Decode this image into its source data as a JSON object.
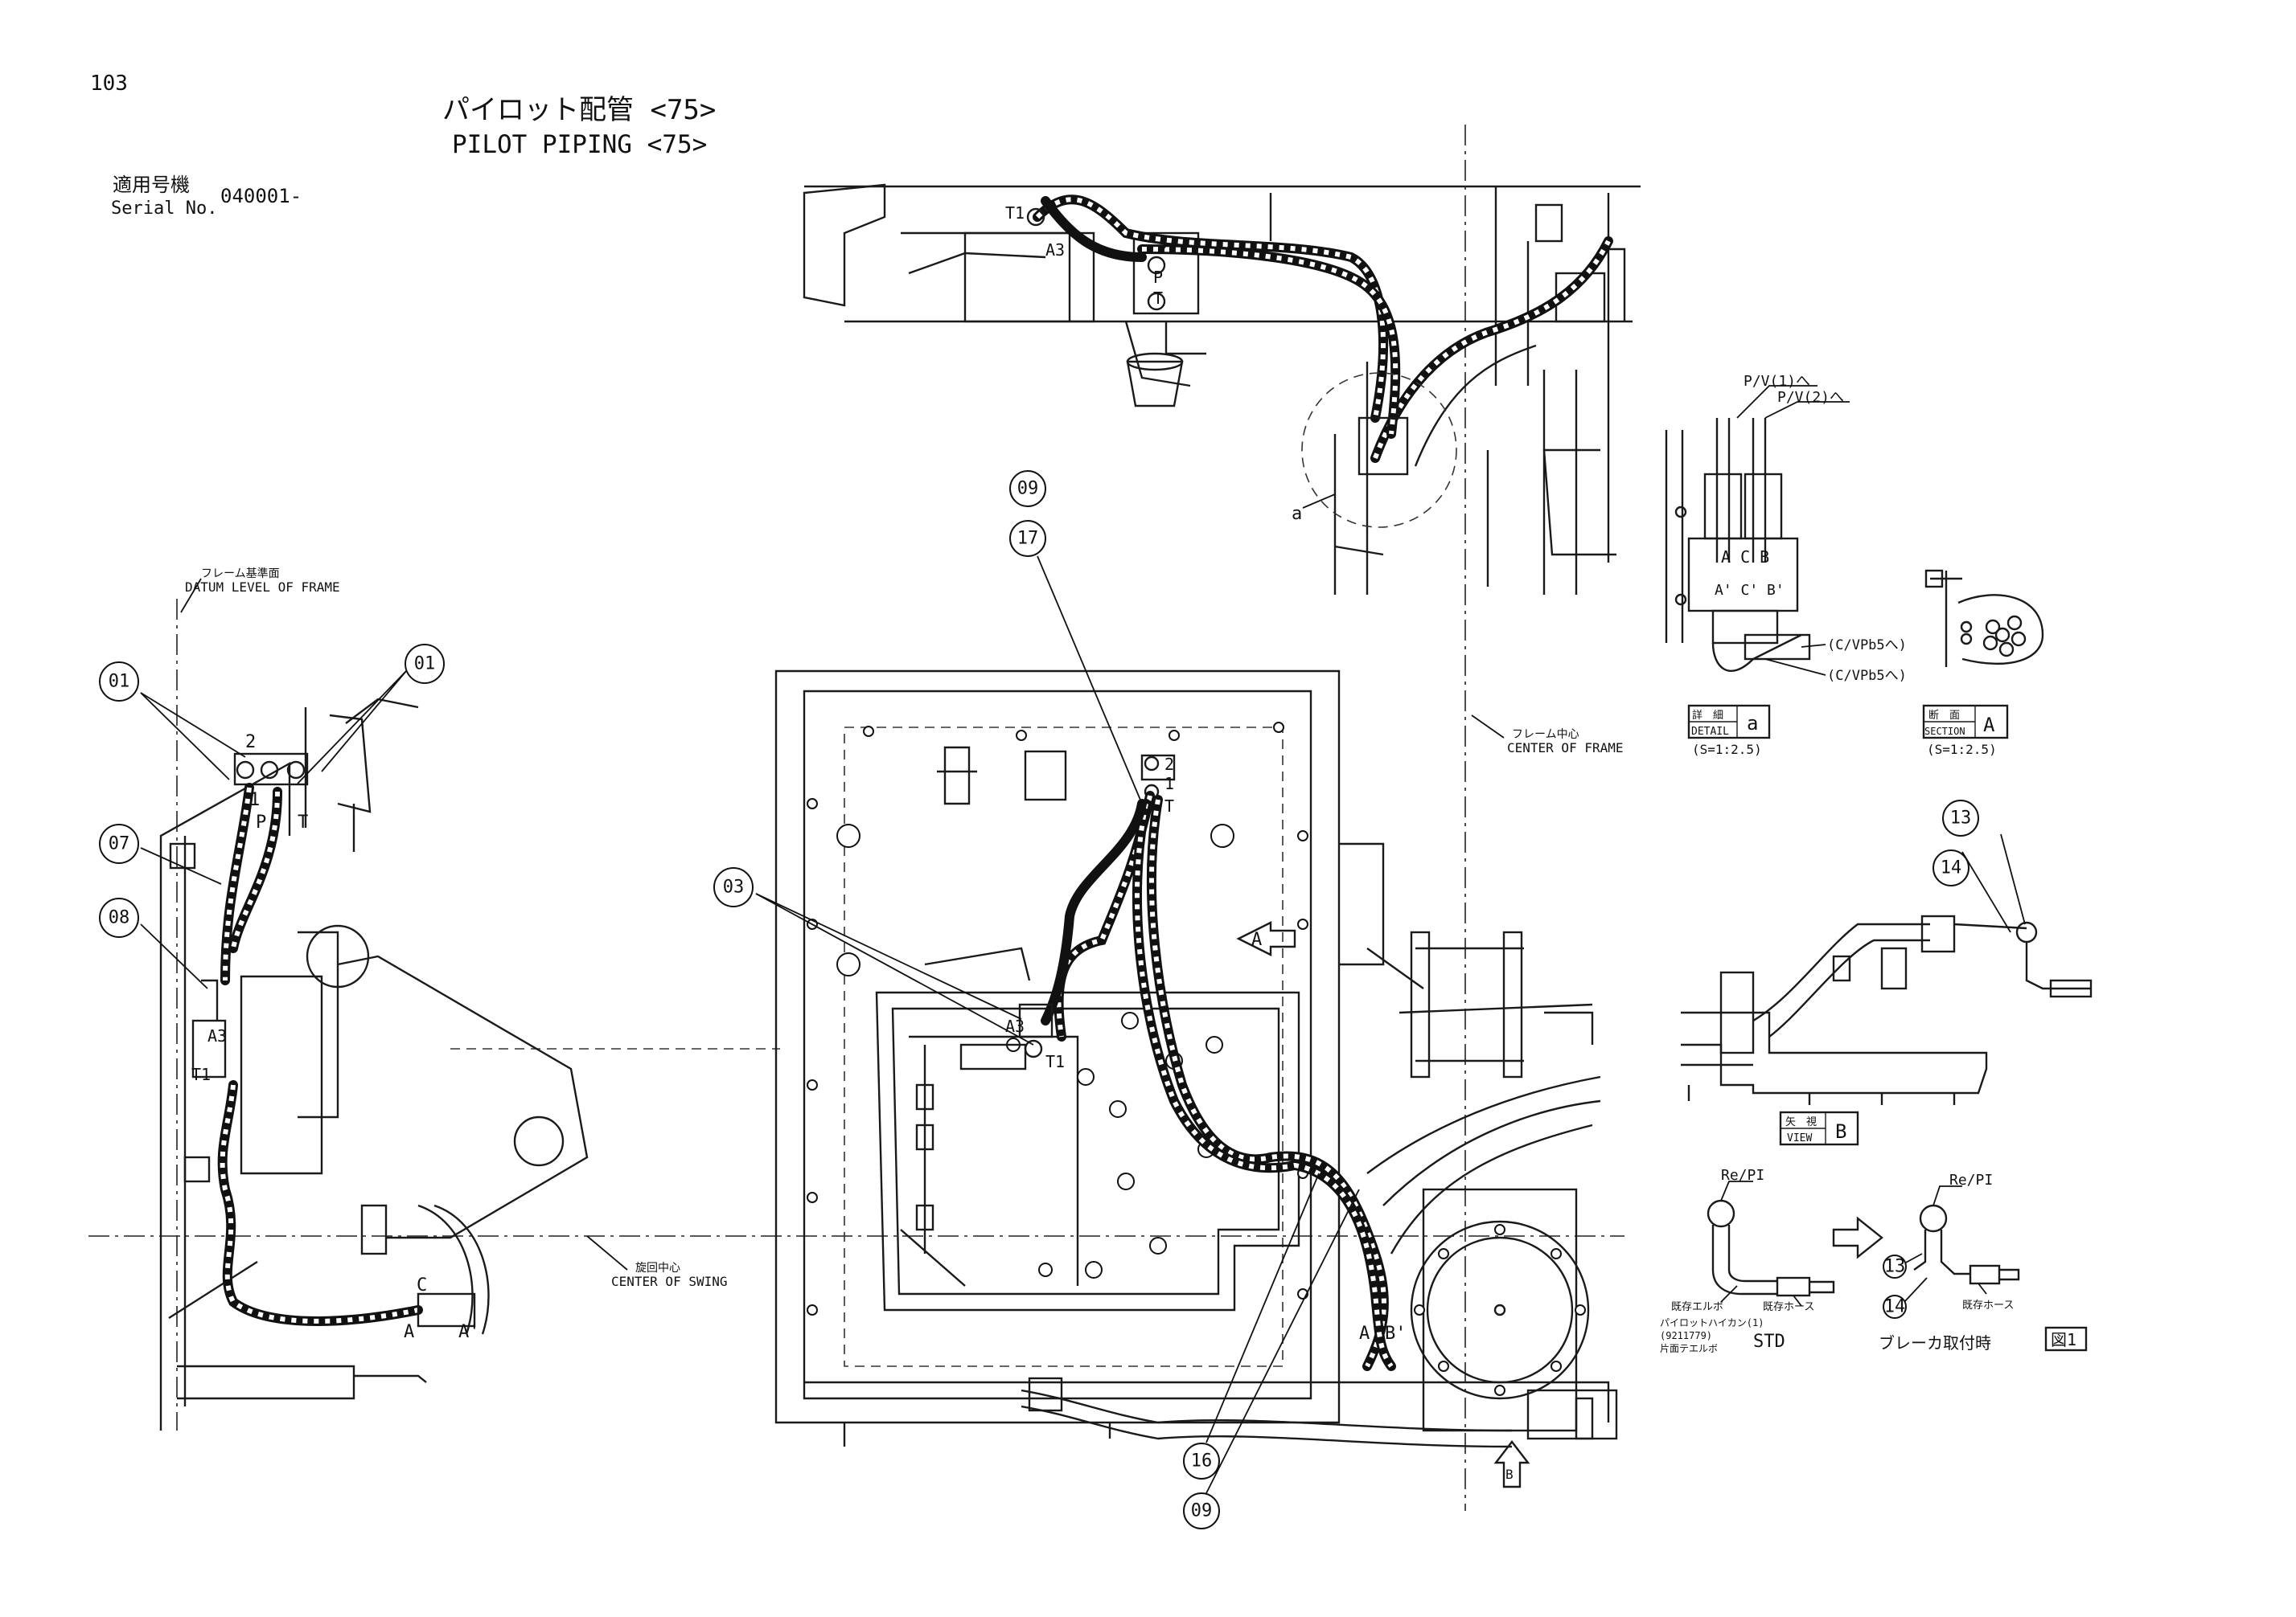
{
  "page": {
    "number": "103"
  },
  "title": {
    "ja": "パイロット配管 <75>",
    "en": "PILOT PIPING <75>"
  },
  "serial": {
    "label_ja": "適用号機",
    "label_en": "Serial No.",
    "value": "040001-"
  },
  "balloons": {
    "b01a": "01",
    "b01b": "01",
    "b07": "07",
    "b08": "08",
    "b03": "03",
    "b09a": "09",
    "b17": "17",
    "b16": "16",
    "b09b": "09",
    "b13a": "13",
    "b14a": "14",
    "b13b": "13",
    "b14b": "14"
  },
  "labels": {
    "datum_ja": "フレーム基準面",
    "datum_en": "DATUM LEVEL OF FRAME",
    "center_frame_ja": "フレーム中心",
    "center_frame_en": "CENTER OF FRAME",
    "center_swing_ja": "旋回中心",
    "center_swing_en": "CENTER OF SWING",
    "detail_a": "a",
    "view_a": "A",
    "view_b": "B",
    "port_2": "2",
    "port_1": "1",
    "port_p": "P",
    "port_t": "T",
    "port_t1": "T1",
    "port_a3": "A3",
    "port_a": "A",
    "port_a_prime": "A'",
    "port_b_prime": "B'",
    "port_c": "C"
  },
  "detail": {
    "pv1": "P/V(1)へ",
    "pv2": "P/V(2)へ",
    "cvp1": "(C/VPb5へ)",
    "cvp2": "(C/VPb5へ)",
    "ports": "A C B",
    "ports_prime": "A' C' B'",
    "detail_box_ja": "詳　細",
    "detail_box_en": "DETAIL",
    "detail_box_letter": "a",
    "detail_scale": "(S=1:2.5)",
    "section_box_ja": "断　面",
    "section_box_en": "SECTION",
    "section_box_letter": "A",
    "section_scale": "(S=1:2.5)",
    "view_box_ja": "矢　視",
    "view_box_en": "VIEW",
    "view_box_letter": "B"
  },
  "breaker": {
    "repi_1": "Re/PI",
    "repi_2": "Re/PI",
    "elbow": "既存エルボ",
    "hose_1": "既存ホース",
    "hose_2": "既存ホース",
    "plug1": "パイロットハイカン(1)",
    "plug2": "(9211779)",
    "plug3": "片面テエルボ",
    "std": "STD",
    "breaker_on": "ブレーカ取付時",
    "fig": "図1"
  }
}
